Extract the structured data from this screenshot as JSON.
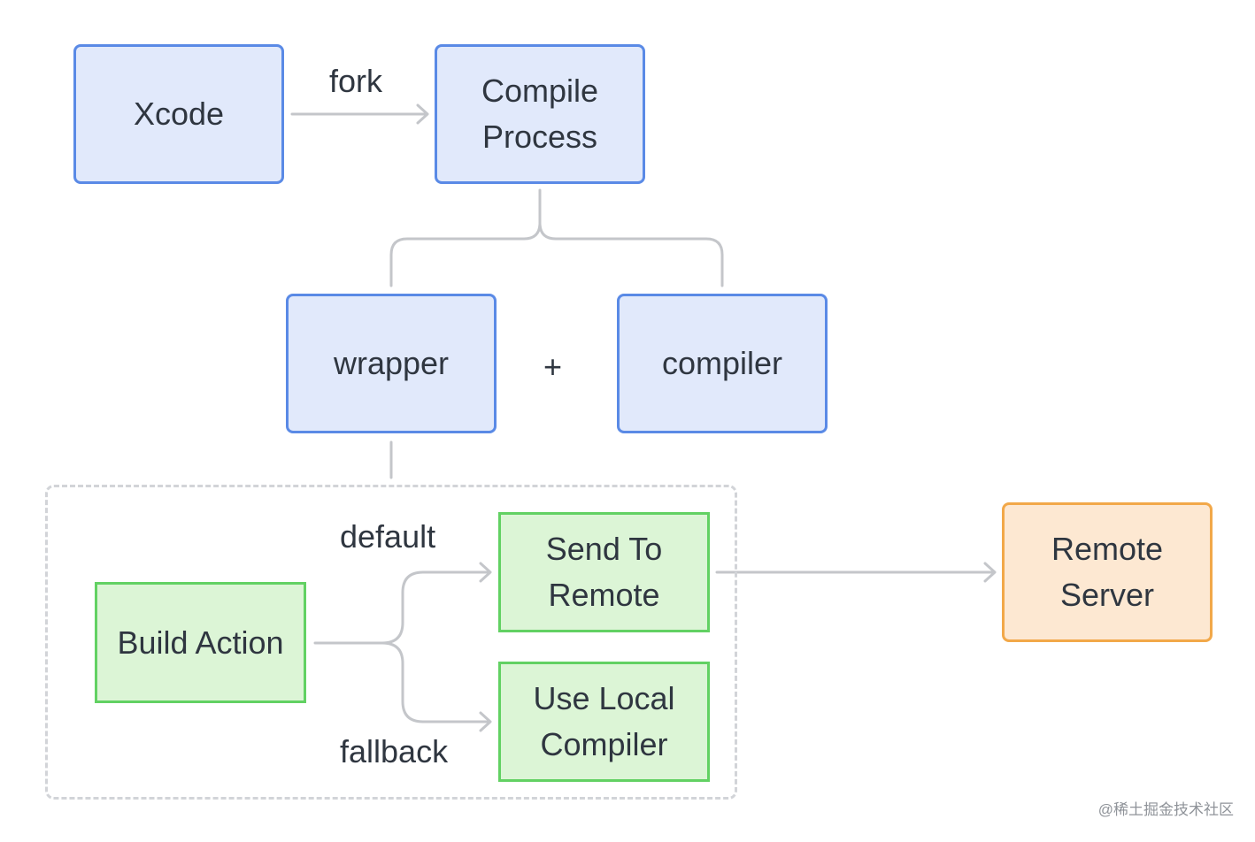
{
  "nodes": {
    "xcode": "Xcode",
    "compile_process": "Compile\nProcess",
    "wrapper": "wrapper",
    "compiler": "compiler",
    "build_action": "Build Action",
    "send_to_remote": "Send To\nRemote",
    "use_local_compiler": "Use Local\nCompiler",
    "remote_server": "Remote\nServer"
  },
  "edge_labels": {
    "fork": "fork",
    "plus": "+",
    "default": "default",
    "fallback": "fallback"
  },
  "watermark": "@稀土掘金技术社区",
  "colors": {
    "blue_fill": "#e1e9fb",
    "blue_border": "#5a8ae6",
    "green_fill": "#dcf5d6",
    "green_border": "#62d163",
    "orange_fill": "#fde8d2",
    "orange_border": "#f2a849",
    "connector": "#c4c6ca"
  }
}
